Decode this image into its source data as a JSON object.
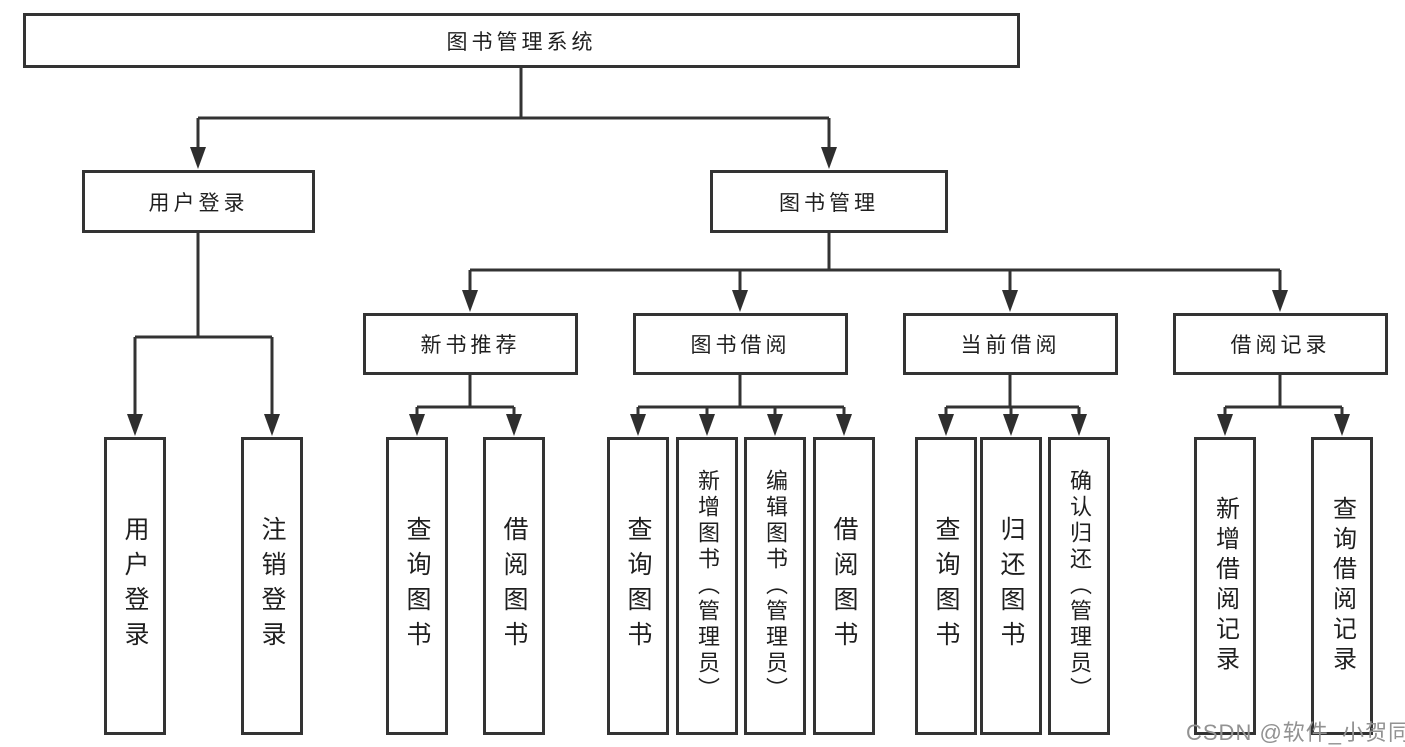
{
  "tree": {
    "root": {
      "label": "图书管理系统",
      "children": [
        {
          "label": "用户登录",
          "children": [
            {
              "label": "用户登录"
            },
            {
              "label": "注销登录"
            }
          ]
        },
        {
          "label": "图书管理",
          "children": [
            {
              "label": "新书推荐",
              "children": [
                {
                  "label": "查询图书"
                },
                {
                  "label": "借阅图书"
                }
              ]
            },
            {
              "label": "图书借阅",
              "children": [
                {
                  "label": "查询图书"
                },
                {
                  "label": "新增图书（管理员）"
                },
                {
                  "label": "编辑图书（管理员）"
                },
                {
                  "label": "借阅图书"
                }
              ]
            },
            {
              "label": "当前借阅",
              "children": [
                {
                  "label": "查询图书"
                },
                {
                  "label": "归还图书"
                },
                {
                  "label": "确认归还（管理员）"
                }
              ]
            },
            {
              "label": "借阅记录",
              "children": [
                {
                  "label": "新增借阅记录"
                },
                {
                  "label": "查询借阅记录"
                }
              ]
            }
          ]
        }
      ]
    }
  },
  "watermark": "CSDN @软件_小贺同学",
  "colors": {
    "line": "#333333",
    "text": "#1f1f1f",
    "watermark": "#929292",
    "background": "#ffffff"
  }
}
